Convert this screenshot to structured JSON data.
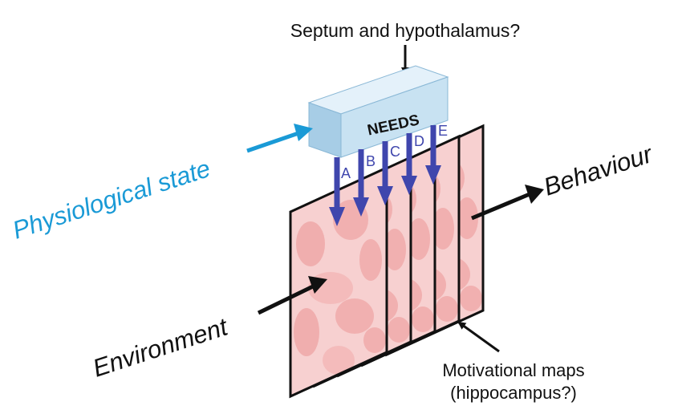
{
  "labels": {
    "septum": "Septum and hypothalamus?",
    "needs": "NEEDS",
    "physiological": "Physiological state",
    "behaviour": "Behaviour",
    "environment": "Environment",
    "maps_line1": "Motivational maps",
    "maps_line2": "(hippocampus?)"
  },
  "channels": [
    "A",
    "B",
    "C",
    "D",
    "E"
  ],
  "colors": {
    "box_front": "#c8e2f2",
    "box_top": "#e4f1fa",
    "box_side": "#a7cde6",
    "arrow_blue": "#3f46ad",
    "physio_blue": "#1a9ad6",
    "map_fill": "#f7d0d0",
    "map_blob": "#eea3a3",
    "ink": "#111111"
  },
  "icons": {
    "needs_box": "3d-box",
    "map_sheet": "pink-blotch-sheet"
  }
}
